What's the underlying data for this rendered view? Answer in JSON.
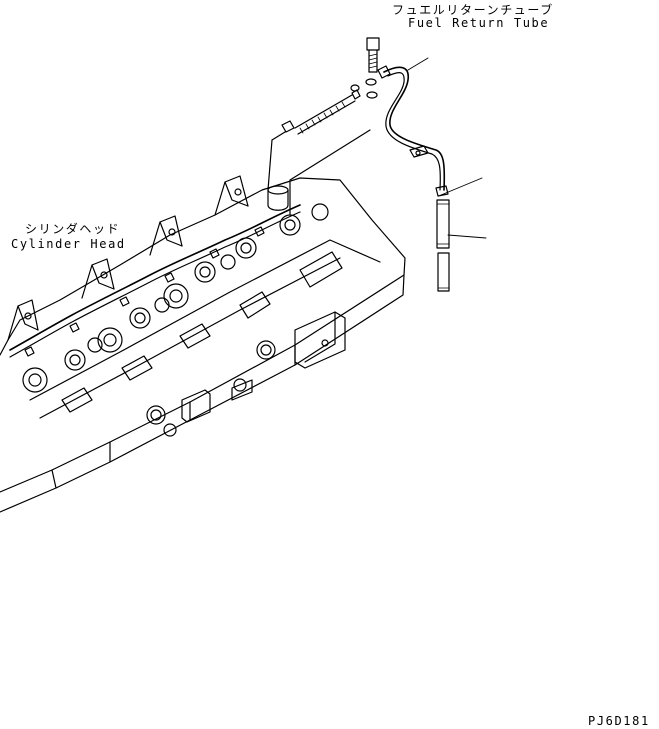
{
  "callouts": {
    "fuel_return_tube_jp": "フュエルリターンチューブ",
    "fuel_return_tube_en": "Fuel Return Tube",
    "cylinder_head_jp": "シリンダヘッド",
    "cylinder_head_en": "Cylinder Head"
  },
  "figure_code": "PJ6D181"
}
